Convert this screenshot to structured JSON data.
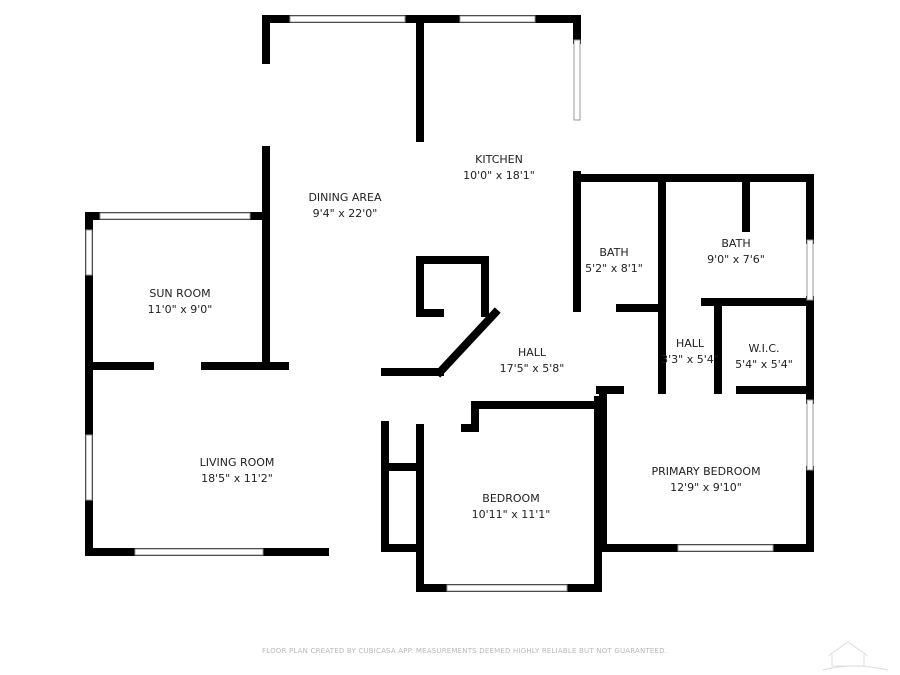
{
  "rooms": [
    {
      "name": "KITCHEN",
      "size": "10'0\" x 18'1\""
    },
    {
      "name": "DINING AREA",
      "size": "9'4\" x 22'0\""
    },
    {
      "name": "BATH",
      "size": "5'2\" x 8'1\""
    },
    {
      "name": "BATH",
      "size": "9'0\" x 7'6\""
    },
    {
      "name": "SUN ROOM",
      "size": "11'0\" x 9'0\""
    },
    {
      "name": "HALL",
      "size": "17'5\" x 5'8\""
    },
    {
      "name": "HALL",
      "size": "3'3\" x 5'4\""
    },
    {
      "name": "W.I.C.",
      "size": "5'4\" x 5'4\""
    },
    {
      "name": "LIVING ROOM",
      "size": "18'5\" x 11'2\""
    },
    {
      "name": "PRIMARY BEDROOM",
      "size": "12'9\" x 9'10\""
    },
    {
      "name": "BEDROOM",
      "size": "10'11\" x 11'1\""
    }
  ],
  "footer": "FLOOR PLAN CREATED BY CUBICASA APP. MEASUREMENTS DEEMED HIGHLY RELIABLE BUT NOT GUARANTEED.",
  "colors": {
    "wall": "#000000",
    "window": "#cccccc",
    "footer": "#b8b8b8"
  }
}
